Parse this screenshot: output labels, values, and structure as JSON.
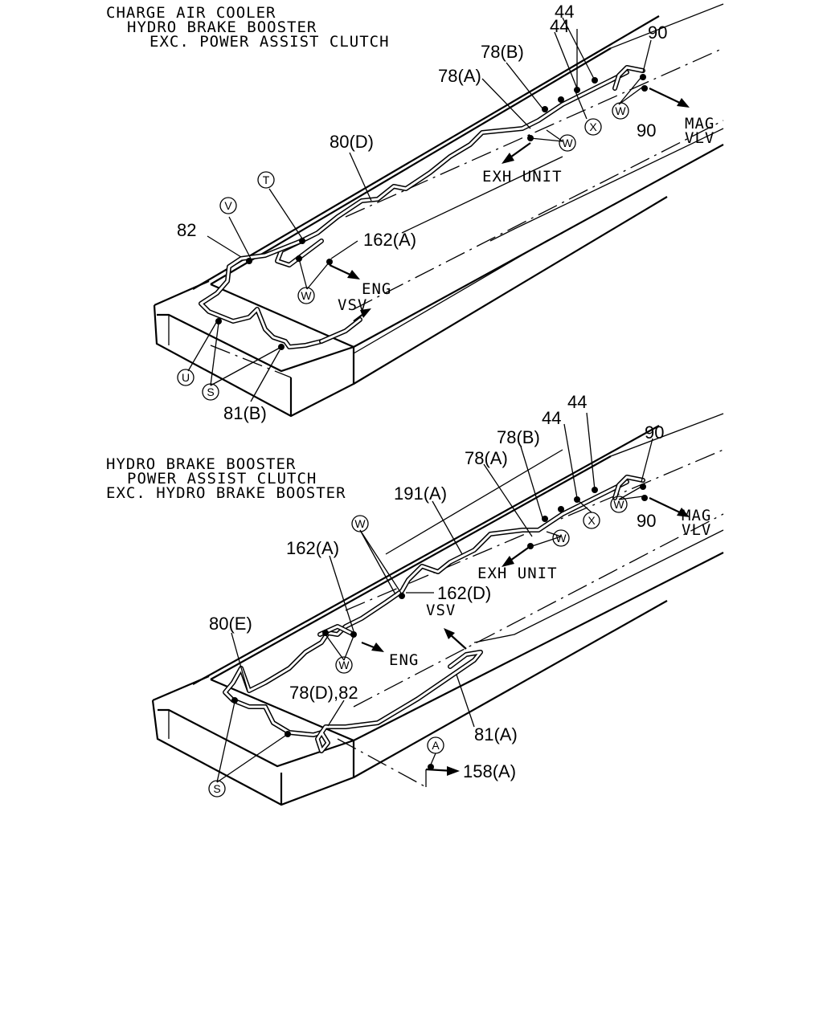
{
  "diagram1": {
    "caption": [
      "CHARGE AIR COOLER",
      "HYDRO BRAKE BOOSTER",
      "EXC. POWER ASSIST CLUTCH"
    ],
    "labels": {
      "p44a": "44",
      "p44b": "44",
      "p90a": "90",
      "p90b": "90",
      "p78b": "78(B)",
      "p78a": "78(A)",
      "p80d": "80(D)",
      "p82": "82",
      "p162a": "162(A)",
      "p81b": "81(B)",
      "mag": "MAG",
      "vlv": "VLV",
      "exh": "EXH UNIT",
      "eng": "ENG",
      "vsv": "VSV"
    },
    "refs": {
      "x": "X",
      "w1": "W",
      "w2": "W",
      "w3": "W",
      "t": "T",
      "v": "V",
      "u": "U",
      "s": "S"
    }
  },
  "diagram2": {
    "caption": [
      "HYDRO BRAKE BOOSTER",
      "POWER ASSIST CLUTCH",
      "EXC. HYDRO BRAKE BOOSTER"
    ],
    "labels": {
      "p44a": "44",
      "p44b": "44",
      "p90a": "90",
      "p90b": "90",
      "p78b": "78(B)",
      "p78a": "78(A)",
      "p191a": "191(A)",
      "p162a": "162(A)",
      "p162d": "162(D)",
      "p80e": "80(E)",
      "p78d82": "78(D),82",
      "p81a": "81(A)",
      "p158a": "158(A)",
      "mag": "MAG",
      "vlv": "VLV",
      "exh": "EXH UNIT",
      "eng": "ENG",
      "vsv": "VSV"
    },
    "refs": {
      "x": "X",
      "w1": "W",
      "w2": "W",
      "w3": "W",
      "w4": "W",
      "s": "S",
      "a": "A"
    }
  }
}
